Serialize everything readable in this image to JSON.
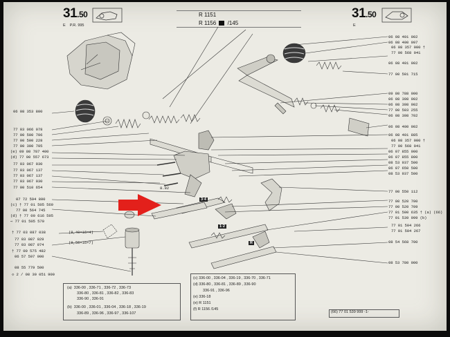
{
  "page": {
    "code_main": "31",
    "code_decimal": "50",
    "code_sub_left": "E",
    "code_sub_right": "P.R. 995",
    "code_sub_right_top": "E"
  },
  "header": {
    "line1": "R 1151",
    "line2_prefix": "R 1156",
    "line2_suffix": "/145"
  },
  "left_refs": [
    "06 08 353 800",
    "77 03 066 078",
    "77 00 500 706",
    "77 00 500 228",
    "77 00 300 705",
    "(e) 09 80 787 400",
    "(d) 77 00 557 673",
    "77 03 067 030",
    "77 03 067 137",
    "77 03 067 137",
    "77 03 067 030",
    "77 00 510 654"
  ],
  "left_refs_mid": [
    "07 72 594 800",
    "(c) † 77 01 505 569",
    "77 00 564 745",
    "(d) † 77 00 616 595",
    "⇨ 77 01 505 570"
  ],
  "left_refs_low": [
    "† 77 03 087 038",
    "77 03 087 029",
    "77 03 087 074",
    "† 77 00 575 482",
    "06 57 597 900"
  ],
  "left_refs_bottom": [
    "08 55 779 500",
    "◇ 2 / 08 30 051 900"
  ],
  "dims": {
    "d1": "(8,40×16×4)",
    "d2": "(8,50×16×7)",
    "d3": "8.92"
  },
  "right_refs": [
    "06 08 401 002",
    "06 08 400 997",
    "06 08 357 000 †",
    "77 00 568 041",
    "06 08 401 002",
    "77 00 501 715",
    "09 80 788 000",
    "06 08 398 902",
    "06 08 398 902",
    "77 00 503 255",
    "06 08 398 702",
    "06 08 400 002",
    "06 08 401 885",
    "06 08 357 000 †",
    "77 00 568 041",
    "06 07 855 900",
    "06 07 855 800",
    "08 53 937 500",
    "06 07 650 500",
    "08 53 937 500"
  ],
  "right_refs_lower": [
    "77 00 550 112",
    "77 00 520 700",
    "77 00 520 709",
    "77 01 500 635 † (a) (66)",
    "77 01 539 999 (b)",
    "77 01 504 266",
    "77 01 504 267",
    "08 54 568 700",
    "08 53 780 000"
  ],
  "shaft_labels": {
    "a": "1·2",
    "b": "R",
    "c": "3·4"
  },
  "notes_left": [
    {
      "tag": "(a)",
      "line1": "336-00 , 336-71 , 336-72 , 336-73",
      "line2": "336-80 , 336-81 , 336-82 , 336-83",
      "line3": "336-90 , 336-91"
    },
    {
      "tag": "(b)",
      "line1": "336-00 , 336-01 , 336-04 , 336-18 , 336-19",
      "line2": "336-89 , 336-96 , 336-97 , 336-107"
    }
  ],
  "notes_right": [
    {
      "tag": "(c)",
      "text": "336-00 , 336-04 , 336-19 , 336-70 , 336-71"
    },
    {
      "tag": "(d)",
      "text": "336-80 , 336-81 , 336-89 , 336-90"
    },
    {
      "tag": "",
      "text": "336-91 , 336-96"
    },
    {
      "tag": "(e)",
      "text": "336-18"
    },
    {
      "tag": "(e)",
      "text": "R 1151"
    },
    {
      "tag": "(f)",
      "text": "R 1156   /145"
    }
  ],
  "footnote": "(66)   77 01 539 999 -1-",
  "colors": {
    "arrow": "#e3201b",
    "paper": "#ecebe4",
    "ink": "#1b1b1b"
  }
}
